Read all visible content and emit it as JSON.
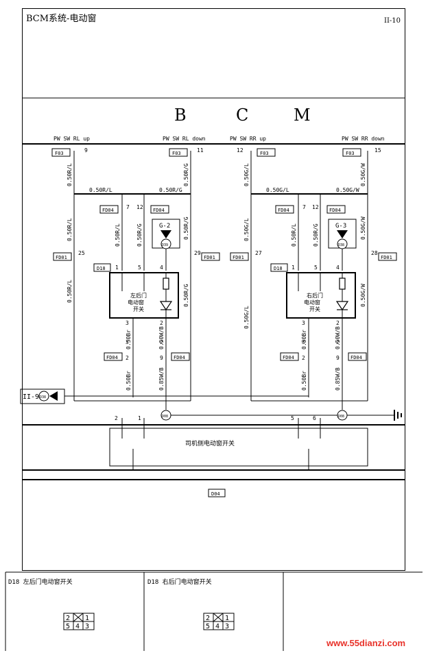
{
  "header": {
    "title": "BCM系统-电动窗",
    "page_no": "II-10"
  },
  "bcm": {
    "letters": [
      "B",
      "C",
      "M"
    ]
  },
  "pins": [
    {
      "signal": "PW SW RL up",
      "conn": "F03",
      "pin": "9"
    },
    {
      "signal": "PW SW RL down",
      "conn": "F03",
      "pin": "11"
    },
    {
      "signal": "PW SW RR up",
      "conn": "F03",
      "pin": "12"
    },
    {
      "signal": "PW SW RR down",
      "conn": "F03",
      "pin": "15"
    }
  ],
  "wires": {
    "rl_up": "0.50R/L",
    "rl_down": "0.50R/G",
    "rr_up": "0.50G/L",
    "rr_down": "0.50G/W",
    "l_br": "0.50Br",
    "l_gwb": "0.50W/B",
    "l_85": "0.85W/B",
    "r_br": "0.50Br",
    "r_gwb": "0.50W/B",
    "r_85": "0.85W/B"
  },
  "connectors": {
    "fd04": "FD04",
    "fd01": "FD01",
    "d18": "D18",
    "d04": "D04",
    "g2": "G-2",
    "g3": "G-3",
    "d39": "D39",
    "d38": "D38",
    "d08": "D08",
    "ref": "II-9"
  },
  "pin_numbers": {
    "l_fd04_a": "7",
    "l_fd04_b": "12",
    "l_fd01_a": "25",
    "l_fd01_b": "29",
    "r_fd04_a": "7",
    "r_fd04_b": "12",
    "r_fd01_a": "27",
    "r_fd01_b": "28",
    "sw1": "1",
    "sw5": "5",
    "sw4": "4",
    "sw3": "3",
    "sw2": "2",
    "fd3": "3",
    "fd2": "2",
    "fd9": "9",
    "drv2": "2",
    "drv1": "1",
    "drv5": "5",
    "drv6": "6"
  },
  "switches": {
    "left_rear": [
      "左后门",
      "电动窗",
      "开关"
    ],
    "right_rear": [
      "右后门",
      "电动窗",
      "开关"
    ],
    "driver": "司机侧电动窗开关"
  },
  "footer": {
    "left_caption": "D18 左后门电动窗开关",
    "right_caption": "D18 右后门电动窗开关",
    "pinout_top": [
      "2",
      "",
      "1"
    ],
    "pinout_bottom": [
      "5",
      "4",
      "3"
    ]
  },
  "watermark": "www.55dianzi.com"
}
